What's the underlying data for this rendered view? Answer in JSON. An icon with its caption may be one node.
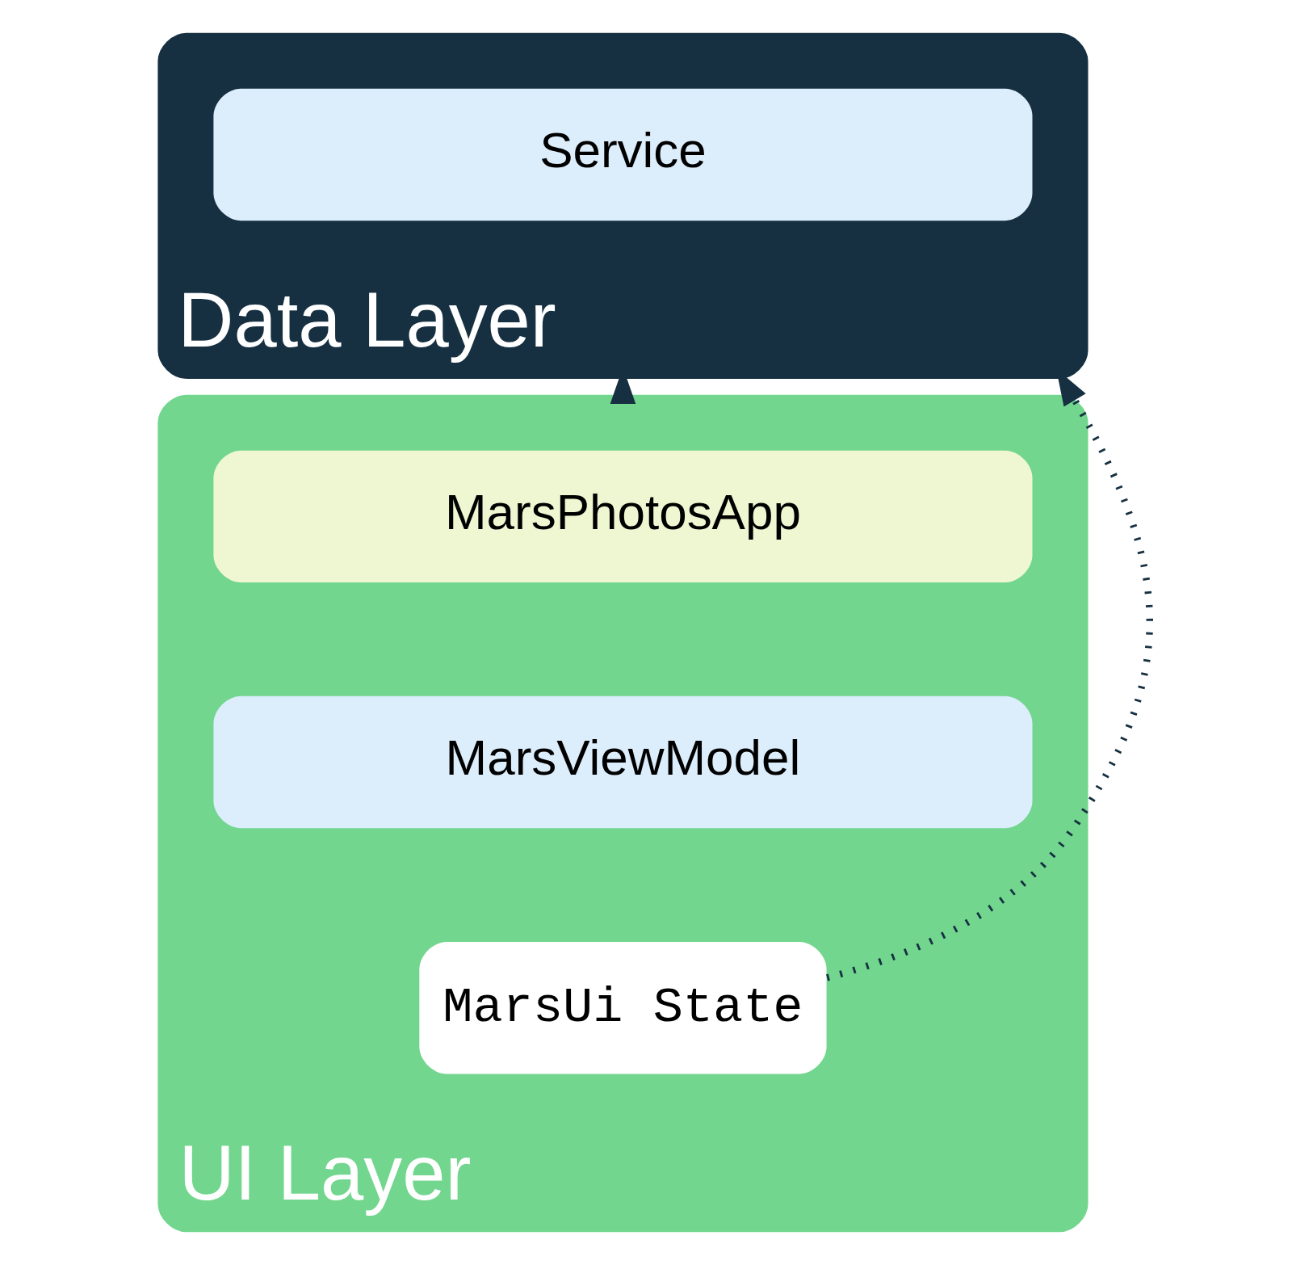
{
  "diagram": {
    "nodes": [
      {
        "text": [
          "Data Layer"
        ]
      },
      {
        "text": [
          "Service"
        ],
        "in": 0
      },
      {
        "text": [
          "UI Layer"
        ]
      },
      {
        "text": [
          "MarsPhotosApp"
        ],
        "in": 2
      },
      {
        "text": [
          "MarsViewModel"
        ],
        "in": 2
      },
      {
        "text": [
          "MarsUi State"
        ],
        "in": 2
      }
    ],
    "edges": [
      {
        "from": 5,
        "to": 0,
        "arrow": "to",
        "style": "dashed"
      },
      {
        "from": 2,
        "to": 0,
        "arrow": "to"
      }
    ]
  }
}
